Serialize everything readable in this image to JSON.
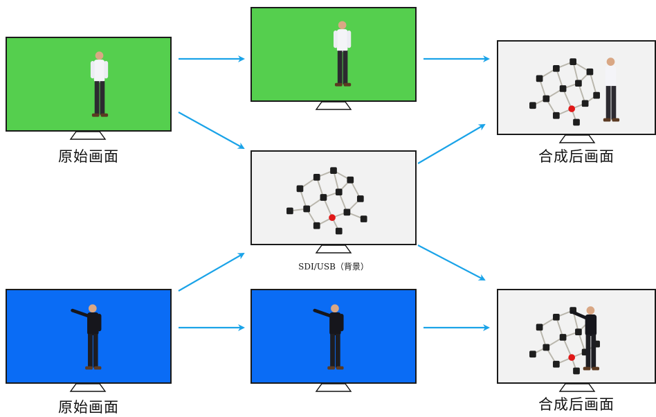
{
  "labels": {
    "top_left": "原始画面",
    "bottom_left": "原始画面",
    "top_right": "合成后画面",
    "bottom_right": "合成后画面",
    "center": "SDI/USB（背景）"
  },
  "colors": {
    "green_screen": "#55cf4e",
    "blue_screen": "#0a6cf5",
    "arrow": "#1aa3e8",
    "background_white": "#f2f2f2"
  }
}
